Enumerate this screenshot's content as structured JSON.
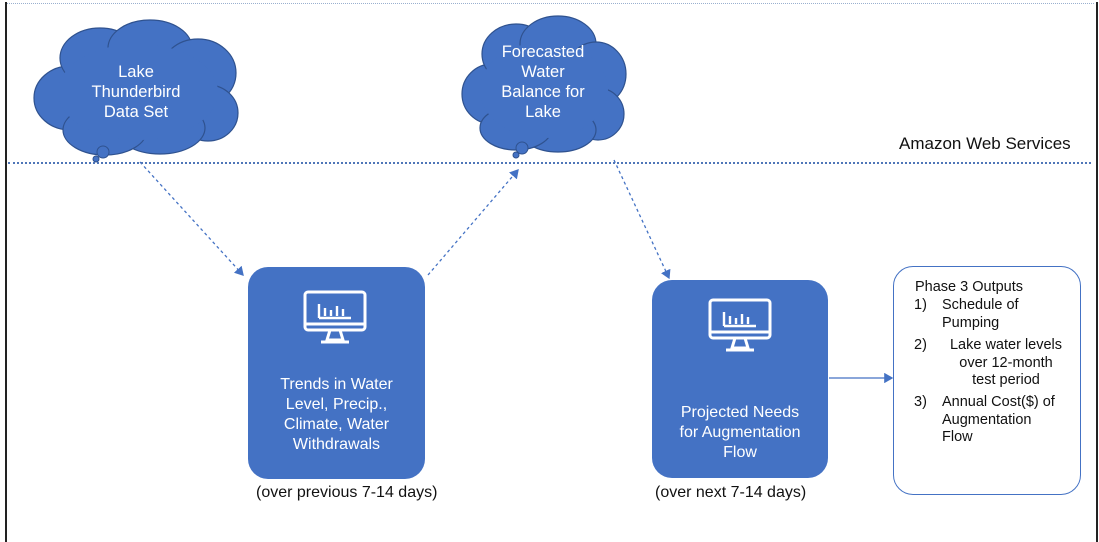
{
  "diagram": {
    "aws_label": "Amazon Web Services",
    "cloud_left": {
      "lines": [
        "Lake",
        "Thunderbird",
        "Data Set"
      ]
    },
    "cloud_right": {
      "lines": [
        "Forecasted",
        "Water",
        "Balance for",
        "Lake"
      ]
    },
    "box_left": {
      "lines": [
        "Trends in Water",
        "Level, Precip.,",
        "Climate, Water",
        "Withdrawals"
      ],
      "caption": "(over previous 7-14 days)"
    },
    "box_right": {
      "lines": [
        "Projected Needs",
        "for Augmentation",
        "Flow"
      ],
      "caption": "(over next 7-14 days)"
    },
    "outputs": {
      "title": "Phase 3 Outputs",
      "items": [
        {
          "num": "1)",
          "lines": [
            "Schedule of",
            "Pumping"
          ]
        },
        {
          "num": "2)",
          "lines": [
            "Lake water levels",
            "over 12-month",
            "test period"
          ]
        },
        {
          "num": "3)",
          "lines": [
            "Annual Cost($) of",
            "Augmentation",
            "Flow"
          ]
        }
      ]
    },
    "colors": {
      "node_fill": "#4472c4",
      "node_border": "#2f528f",
      "arrow": "#4472c4"
    },
    "icon": "monitor-chart-icon"
  }
}
